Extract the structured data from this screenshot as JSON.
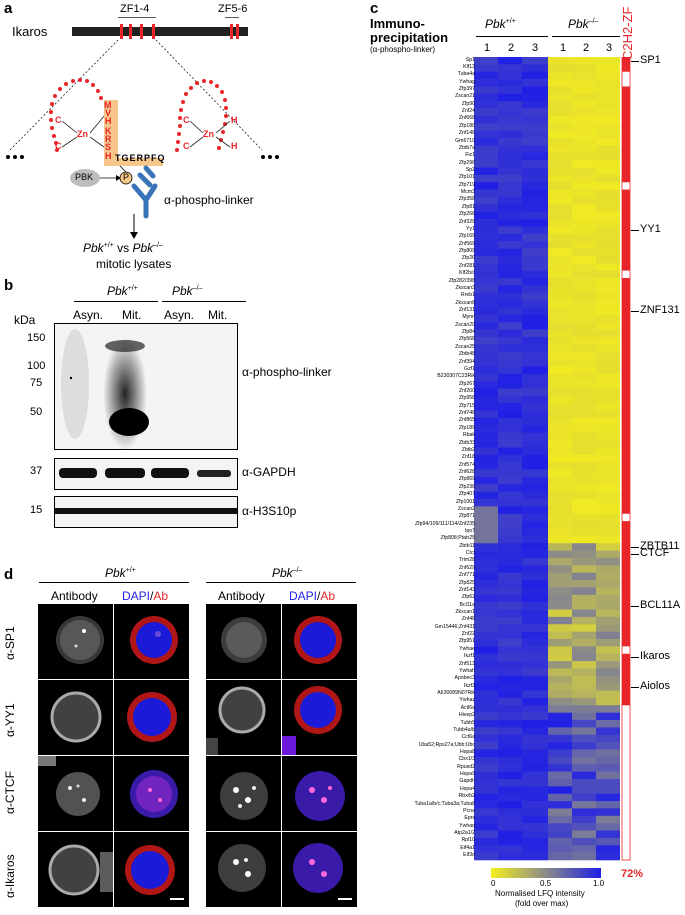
{
  "panel_a": {
    "label": "a",
    "protein": "Ikaros",
    "zf14": "ZF1-4",
    "zf56": "ZF5-6",
    "zn": "Zn",
    "zinc_left": [
      "C",
      "C",
      "C"
    ],
    "zinc_right": [
      "C",
      "C",
      "H",
      "H"
    ],
    "center_letters": [
      "M",
      "V",
      "H",
      "K",
      "R",
      "S",
      "H"
    ],
    "linker_seq": "TGERPFQ",
    "kinase": "PBK",
    "phospho": "P",
    "antibody_label": "α-phospho-linker",
    "comparison_prefix": "Pbk",
    "comparison_sup1": "+/+",
    "comparison_vs": " vs ",
    "comparison_sup2": "–/–",
    "comparison_line2": "mitotic lysates"
  },
  "panel_b": {
    "label": "b",
    "geno1": "Pbk",
    "geno1_sup": "+/+",
    "geno2": "Pbk",
    "geno2_sup": "–/–",
    "lanes": [
      "Asyn.",
      "Mit.",
      "Asyn.",
      "Mit."
    ],
    "kda": "kDa",
    "markers_main": [
      "150",
      "100",
      "75",
      "50"
    ],
    "marker_gapdh": "37",
    "marker_h3": "15",
    "blot_labels": [
      "α-phospho-linker",
      "α-GAPDH",
      "α-H3S10p"
    ]
  },
  "panel_c": {
    "label": "c",
    "title1": "Immuno-",
    "title2": "precipitation",
    "subtitle": "(α-phospho-linker)",
    "geno1": "Pbk",
    "geno1_sup": "+/+",
    "geno2": "Pbk",
    "geno2_sup": "–/–",
    "reps": [
      "1",
      "2",
      "3",
      "1",
      "2",
      "3"
    ],
    "side_header": "C2H2-ZF",
    "annotations": [
      "SP1",
      "YY1",
      "ZNF131",
      "ZBTB11",
      "CTCF",
      "BCL11A",
      "Ikaros",
      "Aiolos"
    ],
    "percent": "72%",
    "colorbar_ticks": [
      "0",
      "0.5",
      "1.0"
    ],
    "colorbar_title1": "Normalised LFQ intensity",
    "colorbar_title2": "(fold over max)",
    "genes": [
      "Sp1",
      "Klf13",
      "Tuba4a",
      "Ywhag",
      "Zfp397",
      "Zscan21",
      "Zfp90",
      "Znf24",
      "Znf668",
      "Zfp180",
      "Znf146",
      "Gm6710",
      "Zbtb7a",
      "Fiz1",
      "Zfp296",
      "Sp2",
      "Zfp101",
      "Zfp719",
      "Mcm3",
      "Zfp358",
      "Zfp81",
      "Zfp266",
      "Znf329",
      "Yy1",
      "Zfp169",
      "Znf569",
      "Zfp809",
      "Zfp26",
      "Znf281",
      "Klf2b/c",
      "Zfp282/398",
      "Zkscan3",
      "Rreb1",
      "Zkscan8",
      "Znf131",
      "Mynn",
      "Zscan20",
      "Zfp84",
      "Zfp568",
      "Zscan25",
      "Zbtb48",
      "Znf394",
      "Gzf1",
      "B230307C23Rik",
      "Zfp267",
      "Znf260",
      "Zfp958",
      "Zfp715",
      "Znf746",
      "Znf865",
      "Zfp189",
      "Rbak",
      "Zbtb33",
      "Zbtb2",
      "Znf18",
      "Znf574",
      "Znf628",
      "Zfp869",
      "Zfp236",
      "Zfp407",
      "Zfp1001",
      "Zscan2",
      "Zfp871",
      "Zfp94/109/111/114/Znf235",
      "Ipo7",
      "Zfp808;Ptatr25",
      "Zbtb11",
      "Ctcf",
      "Trim28",
      "Znf629",
      "Znf771",
      "Zfp825",
      "Znf143",
      "Zfp62",
      "Bcl11a",
      "Zkscan1",
      "Znf48",
      "Gm15446;Znf431",
      "Znf22",
      "Zfp951",
      "Ywhae",
      "Ikzf1",
      "Znf513",
      "Ywhah",
      "Apobec3",
      "Ikzf3",
      "A630089N07Rik",
      "Ywhaz",
      "Actl6a",
      "Hivep2",
      "Tubb5",
      "Tubb4a/b",
      "Cct6a",
      "Uba52;Rps27a;Ubb;Ubc",
      "Hspa8",
      "Cbx1/3",
      "Rpusd2",
      "Hspa9",
      "Gapdh",
      "Hspa4",
      "Rbx/b2",
      "Tuba1a/b/c;Tuba3a;Tuba8",
      "Pcna",
      "Eprs",
      "Ywhaq",
      "Atp2a1/2",
      "Rpl10",
      "Eif4a1",
      "Eif3d"
    ]
  },
  "panel_d": {
    "label": "d",
    "geno1": "Pbk",
    "geno1_sup": "+/+",
    "geno2": "Pbk",
    "geno2_sup": "–/–",
    "col_antibody": "Antibody",
    "col_dapi": "DAPI",
    "col_slash": "/",
    "col_ab": "Ab",
    "rows": [
      "α-SP1",
      "α-YY1",
      "α-CTCF",
      "α-Ikaros"
    ]
  },
  "colors": {
    "red": "#e8262a",
    "blue": "#1f1fe6",
    "yellow": "#f5ee1e",
    "orange": "#f6c68a",
    "antibody_blue": "#3b73b9"
  }
}
